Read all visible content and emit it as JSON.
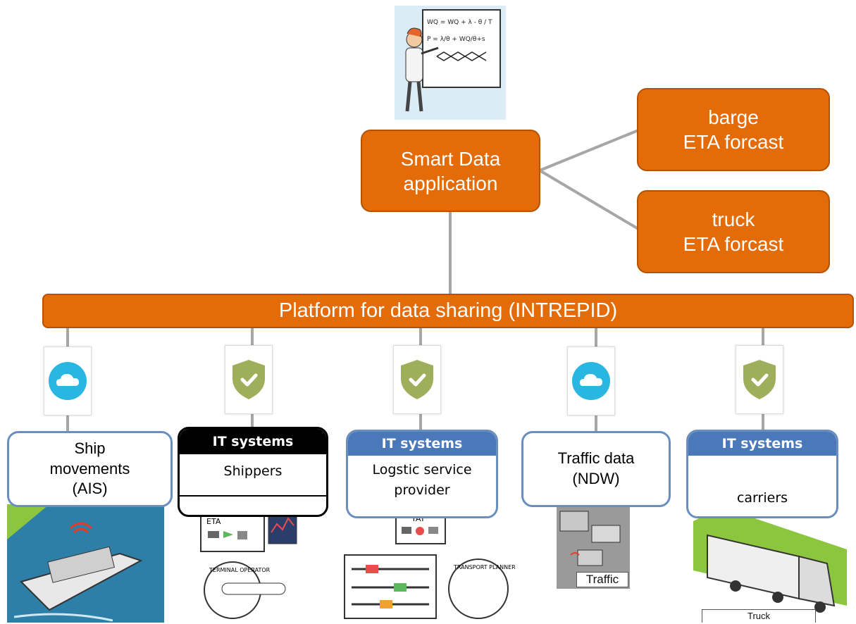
{
  "smart_data": {
    "label": "Smart Data\napplication"
  },
  "forecasts": [
    {
      "label": "barge\nETA forcast"
    },
    {
      "label": "truck\nETA forcast"
    }
  ],
  "platform": {
    "label": "Platform for data sharing (INTREPID)"
  },
  "sources": [
    {
      "icon": "cloud-icon",
      "text": "Ship\nmovements\n(AIS)"
    },
    {
      "icon": "shield-check-icon",
      "header": "IT systems",
      "text": "Shippers"
    },
    {
      "icon": "shield-check-icon",
      "header": "IT systems",
      "text": "Logstic service\nprovider"
    },
    {
      "icon": "cloud-icon",
      "text": "Traffic data\n(NDW)"
    },
    {
      "icon": "shield-check-icon",
      "header": "IT systems",
      "text": "carriers"
    }
  ],
  "illustrations": {
    "scientist_formula_1": "WQ = WQ + λ - θ / T",
    "scientist_formula_2": "P = λ/θ + WQ/θ+s",
    "shippers_eta": "ETA",
    "shippers_role": "TERMINAL OPERATOR",
    "lsp_tat": "TAT",
    "lsp_role": "TRANSPORT PLANNER",
    "traffic_label": "Traffic",
    "truck_label": "Truck"
  },
  "colors": {
    "orange": "#e36c09",
    "blue_header": "#4a78b8",
    "box_border": "#6a8fbf",
    "shield": "#9fae5a",
    "cloud": "#29b6e0",
    "connector": "#a6a6a6"
  }
}
